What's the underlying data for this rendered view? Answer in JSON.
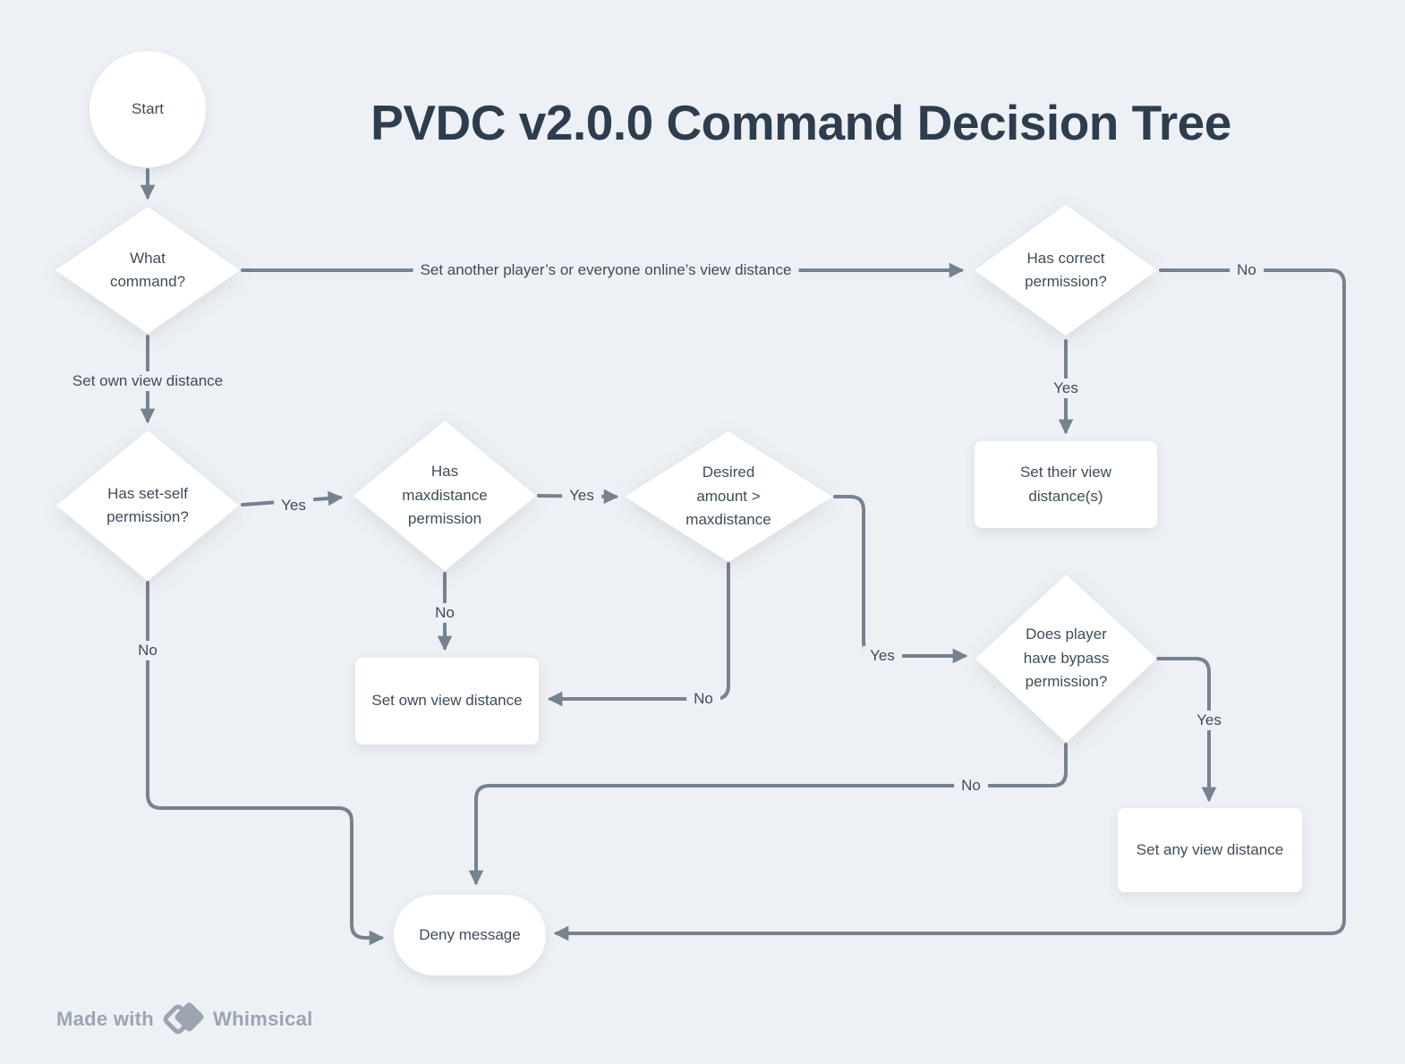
{
  "title": "PVDC v2.0.0 Command Decision Tree",
  "nodes": {
    "start": "Start",
    "what_command": "What\ncommand?",
    "has_correct_permission": "Has correct\npermission?",
    "set_their_view_distance": "Set their view\ndistance(s)",
    "has_set_self_permission": "Has set-self\npermission?",
    "has_maxdistance_permission": "Has\nmaxdistance\npermission",
    "desired_amount_gt_maxdistance": "Desired\namount >\nmaxdistance",
    "set_own_view_distance": "Set own view distance",
    "does_player_have_bypass_permission": "Does player\nhave bypass\npermission?",
    "set_any_view_distance": "Set any view distance",
    "deny_message": "Deny message"
  },
  "edge_labels": {
    "set_another": "Set another player’s or everyone online’s view distance",
    "set_own": "Set own view distance",
    "correct_no": "No",
    "correct_yes": "Yes",
    "setself_yes": "Yes",
    "setself_no": "No",
    "maxdist_yes": "Yes",
    "maxdist_no": "No",
    "desired_yes": "Yes",
    "desired_no": "No",
    "bypass_yes": "Yes",
    "bypass_no": "No"
  },
  "footer": {
    "made_with": "Made with",
    "brand": "Whimsical"
  },
  "colors": {
    "background": "#EDF1F5",
    "connector": "#76828F",
    "node_fill": "#FFFFFF",
    "node_text": "#3E4C59",
    "title_text": "#2E3D4E",
    "footer_text": "#9AA5B1"
  }
}
